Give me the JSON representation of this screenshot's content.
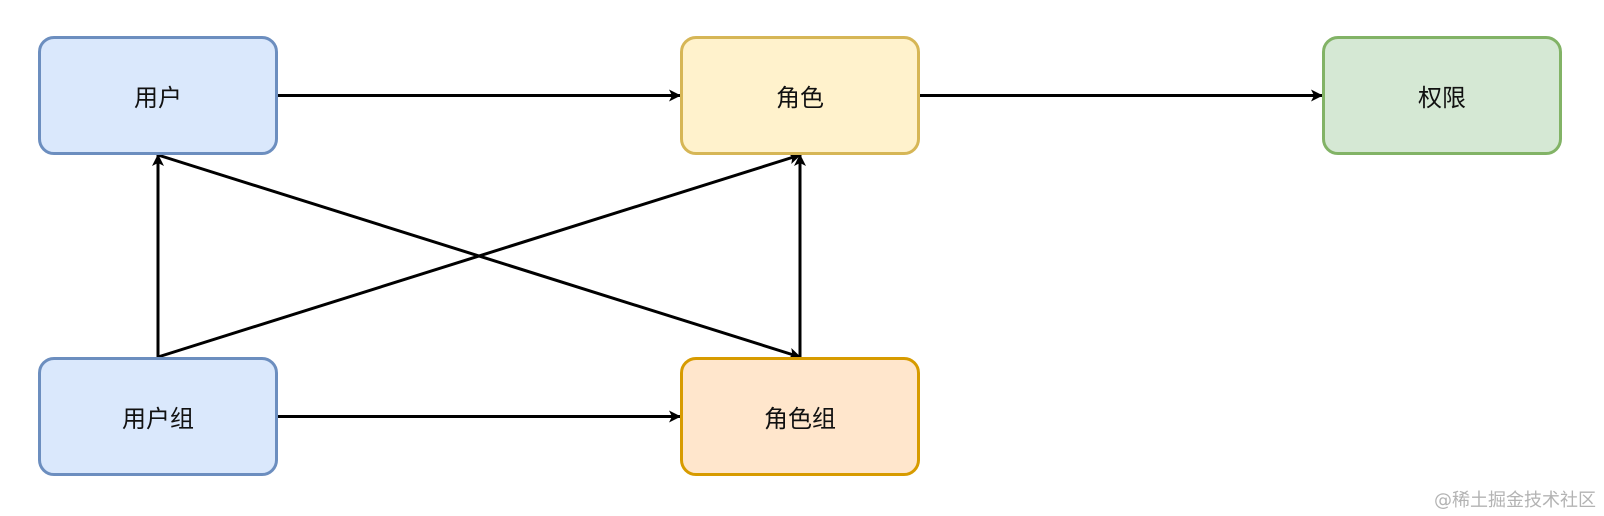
{
  "nodes": {
    "user": {
      "label": "用户",
      "fill": "#dae8fc",
      "stroke": "#6c8ebf"
    },
    "role": {
      "label": "角色",
      "fill": "#fff2cc",
      "stroke": "#d6b656"
    },
    "permission": {
      "label": "权限",
      "fill": "#d5e8d4",
      "stroke": "#82b366"
    },
    "user_group": {
      "label": "用户组",
      "fill": "#dae8fc",
      "stroke": "#6c8ebf"
    },
    "role_group": {
      "label": "角色组",
      "fill": "#ffe6cc",
      "stroke": "#d79b00"
    }
  },
  "edges": [
    {
      "from": "user",
      "to": "role"
    },
    {
      "from": "role",
      "to": "permission"
    },
    {
      "from": "user_group",
      "to": "role_group"
    },
    {
      "from": "user_group",
      "to": "user"
    },
    {
      "from": "role_group",
      "to": "role"
    },
    {
      "from": "user",
      "to": "role_group"
    },
    {
      "from": "user_group",
      "to": "role"
    }
  ],
  "edge_color": "#000000",
  "watermark": "@稀土掘金技术社区"
}
